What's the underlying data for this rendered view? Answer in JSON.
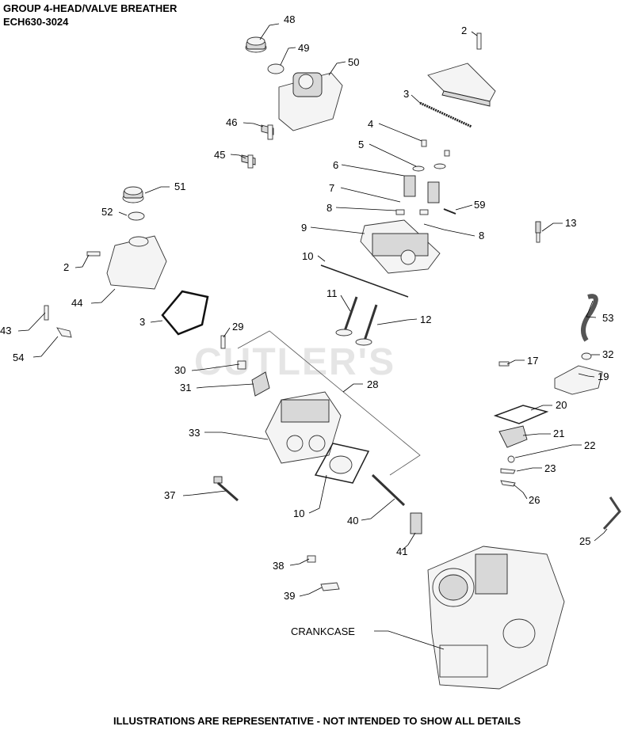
{
  "header": {
    "group_title": "GROUP 4-HEAD/VALVE BREATHER",
    "model": "ECH630-3024"
  },
  "footer": {
    "disclaimer": "ILLUSTRATIONS ARE REPRESENTATIVE - NOT INTENDED TO SHOW ALL DETAILS"
  },
  "watermark": "CUTLER'S",
  "callouts": {
    "c48": "48",
    "c49": "49",
    "c50": "50",
    "c46": "46",
    "c45": "45",
    "c2a": "2",
    "c3a": "3",
    "c4": "4",
    "c5": "5",
    "c6": "6",
    "c7": "7",
    "c8a": "8",
    "c8b": "8",
    "c9": "9",
    "c59": "59",
    "c13": "13",
    "c10a": "10",
    "c11": "11",
    "c12": "12",
    "c51": "51",
    "c52": "52",
    "c2b": "2",
    "c44": "44",
    "c43": "43",
    "c3b": "3",
    "c54": "54",
    "c29": "29",
    "c30": "30",
    "c31": "31",
    "c28": "28",
    "c33": "33",
    "c53": "53",
    "c17": "17",
    "c32": "32",
    "c19": "19",
    "c20": "20",
    "c21": "21",
    "c22": "22",
    "c23": "23",
    "c26": "26",
    "c37": "37",
    "c10b": "10",
    "c40": "40",
    "c41": "41",
    "c25": "25",
    "c38": "38",
    "c39": "39",
    "crankcase": "CRANKCASE"
  }
}
